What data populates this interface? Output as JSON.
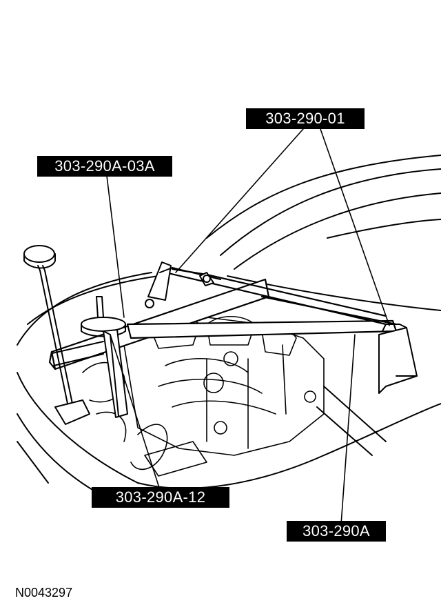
{
  "callouts": {
    "tool_01": "303-290-01",
    "tool_03a": "303-290A-03A",
    "tool_12": "303-290A-12",
    "tool_290a": "303-290A"
  },
  "figure_id": "N0043297"
}
